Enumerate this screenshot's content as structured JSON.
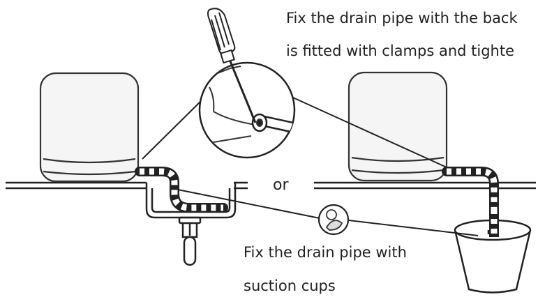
{
  "labels": {
    "top_line_1": "Fix the drain pipe with the back",
    "top_line_2": "is fitted with clamps and tighte",
    "or": "or",
    "suction_line_1": "Fix the drain pipe with",
    "suction_line_2": "suction cups"
  },
  "colors": {
    "stroke": "#222222",
    "fill_light": "#f4f4f4",
    "pipe_dark": "#1a1a1a"
  },
  "icons": [
    "screwdriver-icon",
    "magnifier-circle",
    "suction-cup-icon",
    "bucket-icon",
    "dishwasher-icon",
    "sink-icon"
  ]
}
